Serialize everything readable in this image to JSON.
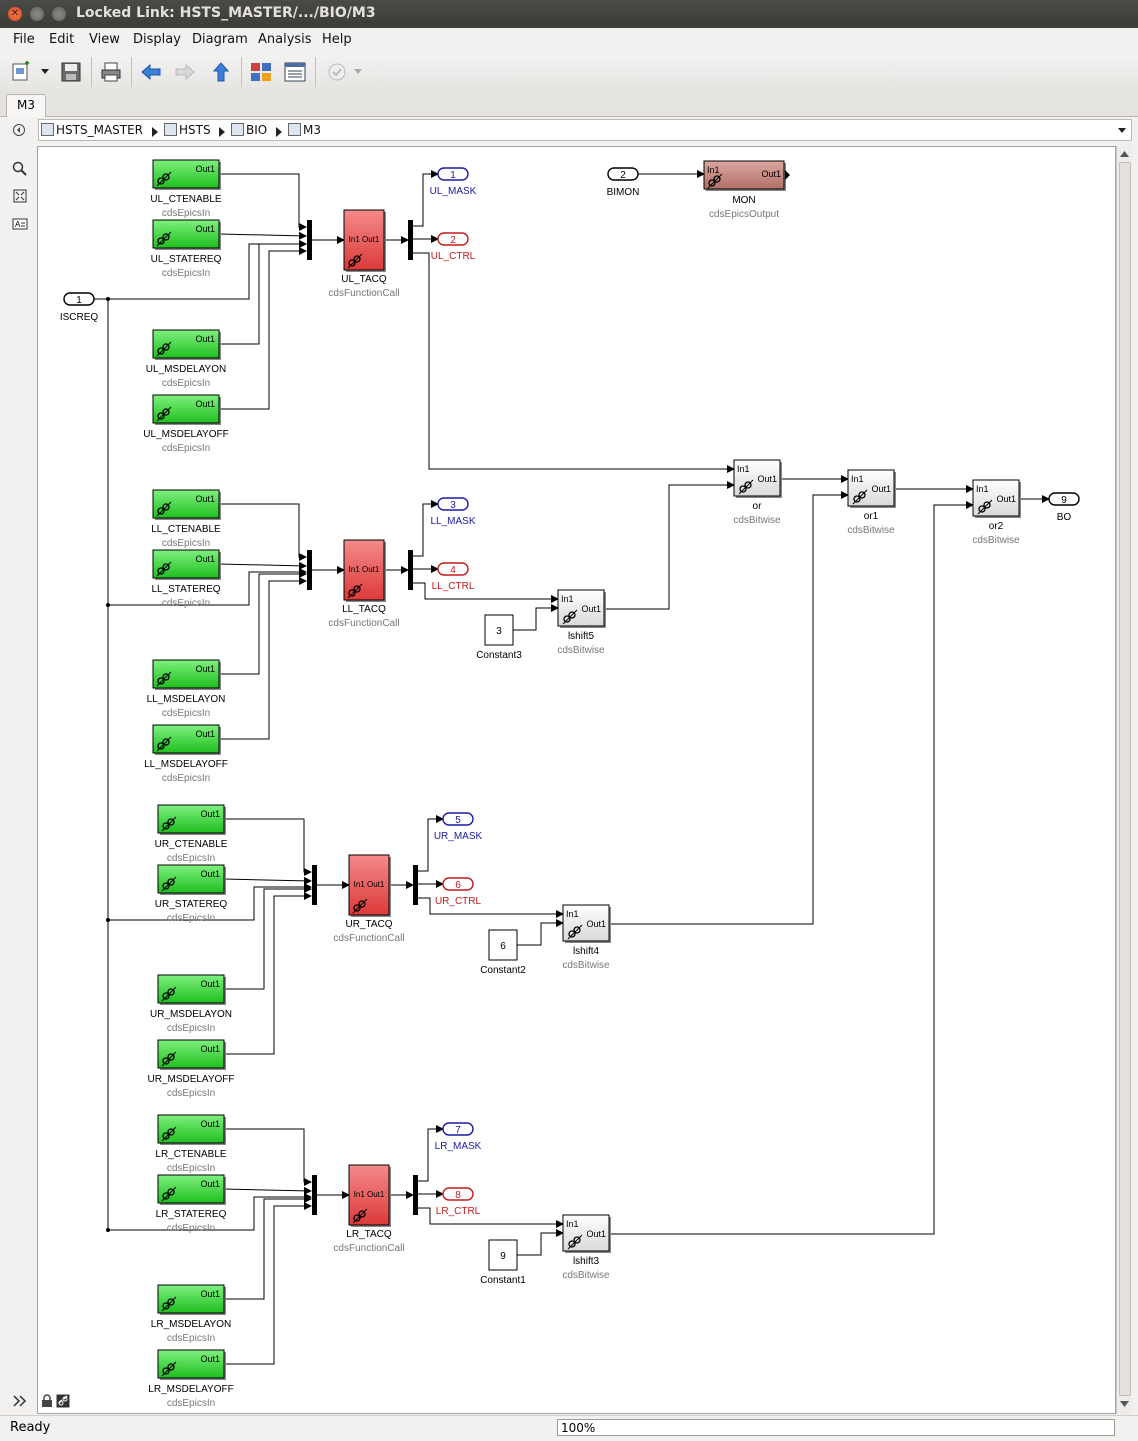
{
  "window": {
    "title": "Locked Link: HSTS_MASTER/.../BIO/M3"
  },
  "menu": [
    "File",
    "Edit",
    "View",
    "Display",
    "Diagram",
    "Analysis",
    "Help"
  ],
  "tab": "M3",
  "breadcrumbs": [
    "HSTS_MASTER",
    "HSTS",
    "BIO",
    "M3"
  ],
  "status": {
    "text": "Ready",
    "zoom": "100%"
  },
  "diagram": {
    "inport_iscreq": {
      "num": "1",
      "label": "ISCREQ"
    },
    "inport_bimon": {
      "num": "2",
      "label": "BIMON"
    },
    "mon_block": {
      "in": "In1",
      "out": "Out1",
      "name": "MON",
      "type": "cdsEpicsOutput"
    },
    "epics_in_type": "cdsEpicsIn",
    "epics_out_port": "Out1",
    "fc_type": "cdsFunctionCall",
    "fc_ports": "In1 Out1",
    "bitwise_type": "cdsBitwise",
    "bitwise_in": "In1",
    "bitwise_out": "Out1",
    "groups": [
      {
        "inputs": [
          "UL_CTENABLE",
          "UL_STATEREQ",
          "UL_MSDELAYON",
          "UL_MSDELAYOFF"
        ],
        "fc": "UL_TACQ",
        "mask": {
          "num": "1",
          "label": "UL_MASK"
        },
        "ctrl": {
          "num": "2",
          "label": "UL_CTRL"
        }
      },
      {
        "inputs": [
          "LL_CTENABLE",
          "LL_STATEREQ",
          "LL_MSDELAYON",
          "LL_MSDELAYOFF"
        ],
        "fc": "LL_TACQ",
        "mask": {
          "num": "3",
          "label": "LL_MASK"
        },
        "ctrl": {
          "num": "4",
          "label": "LL_CTRL"
        },
        "shift": "lshift5",
        "const": {
          "value": "3",
          "name": "Constant3"
        }
      },
      {
        "inputs": [
          "UR_CTENABLE",
          "UR_STATEREQ",
          "UR_MSDELAYON",
          "UR_MSDELAYOFF"
        ],
        "fc": "UR_TACQ",
        "mask": {
          "num": "5",
          "label": "UR_MASK"
        },
        "ctrl": {
          "num": "6",
          "label": "UR_CTRL"
        },
        "shift": "lshift4",
        "const": {
          "value": "6",
          "name": "Constant2"
        }
      },
      {
        "inputs": [
          "LR_CTENABLE",
          "LR_STATEREQ",
          "LR_MSDELAYON",
          "LR_MSDELAYOFF"
        ],
        "fc": "LR_TACQ",
        "mask": {
          "num": "7",
          "label": "LR_MASK"
        },
        "ctrl": {
          "num": "8",
          "label": "LR_CTRL"
        },
        "shift": "lshift3",
        "const": {
          "value": "9",
          "name": "Constant1"
        }
      }
    ],
    "or_blocks": [
      "or",
      "or1",
      "or2"
    ],
    "outport_bo": {
      "num": "9",
      "label": "BO"
    }
  }
}
